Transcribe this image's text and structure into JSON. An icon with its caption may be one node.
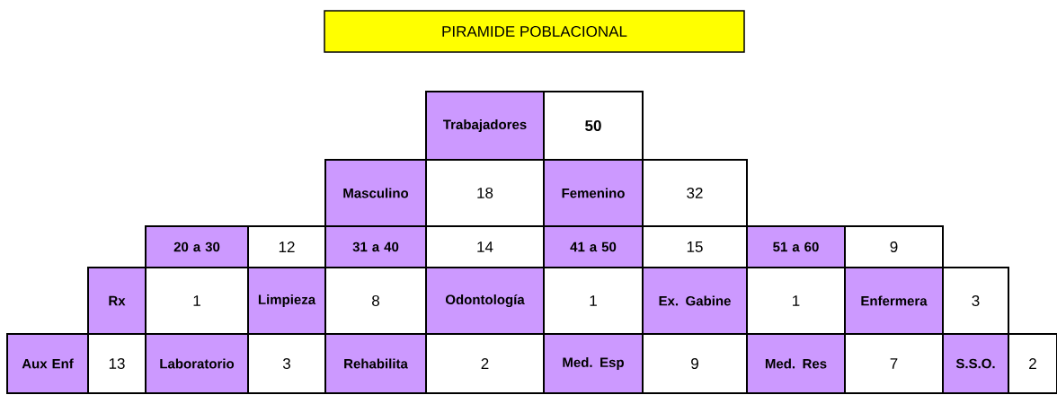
{
  "diagram": {
    "title": "PIRAMIDE POBLACIONAL",
    "labels": [
      "Trabajadores",
      "50",
      "Masculino",
      "18",
      "Femenino",
      "32",
      "20 a 30",
      "12",
      "31 a 40",
      "14",
      "41 a 50",
      "15",
      "51 a 60",
      "9",
      "Rx",
      "1",
      "Limpieza",
      "8",
      "Odontología",
      "1",
      "Ex. Gabine",
      "1",
      "Enfermera",
      "3",
      "Aux Enf",
      "13",
      "Laboratorio",
      "3",
      "Rehabilita",
      "2",
      "Med. Esp",
      "9",
      "Med. Res",
      "7",
      "S.S.O.",
      "2"
    ]
  }
}
